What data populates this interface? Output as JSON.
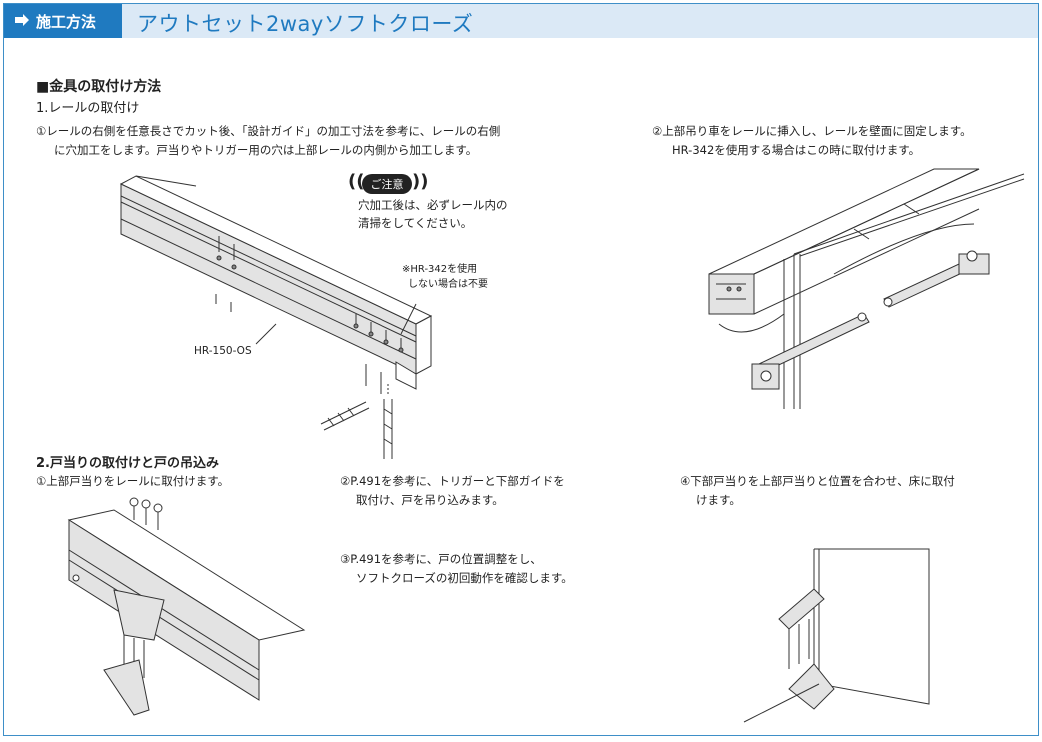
{
  "header": {
    "tag_label": "施工方法",
    "title": "アウトセット2wayソフトクローズ",
    "accent_color": "#1f7ac0",
    "band_color": "#dbe9f6"
  },
  "section1": {
    "heading": "■金具の取付け方法",
    "subheading": "1.レールの取付け",
    "step1_line1": "①レールの右側を任意長さでカット後、「設計ガイド」の加工寸法を参考に、レールの右側",
    "step1_line2": "に穴加工をします。戸当りやトリガー用の穴は上部レールの内側から加工します。",
    "caution_label": "ご注意",
    "caution_line1": "穴加工後は、必ずレール内の",
    "caution_line2": "清掃をしてください。",
    "note_line1": "※HR-342を使用",
    "note_line2": "しない場合は不要",
    "rail_label": "HR-150-OS",
    "step2_line1": "②上部吊り車をレールに挿入し、レールを壁面に固定します。",
    "step2_line2": "HR-342を使用する場合はこの時に取付けます。"
  },
  "section2": {
    "subheading": "2.戸当りの取付けと戸の吊込み",
    "step1": "①上部戸当りをレールに取付けます。",
    "step2_line1": "②P.491を参考に、トリガーと下部ガイドを",
    "step2_line2": "取付け、戸を吊り込みます。",
    "step3_line1": "③P.491を参考に、戸の位置調整をし、",
    "step3_line2": "ソフトクローズの初回動作を確認します。",
    "step4_line1": "④下部戸当りを上部戸当りと位置を合わせ、床に取付",
    "step4_line2": "けます。"
  }
}
